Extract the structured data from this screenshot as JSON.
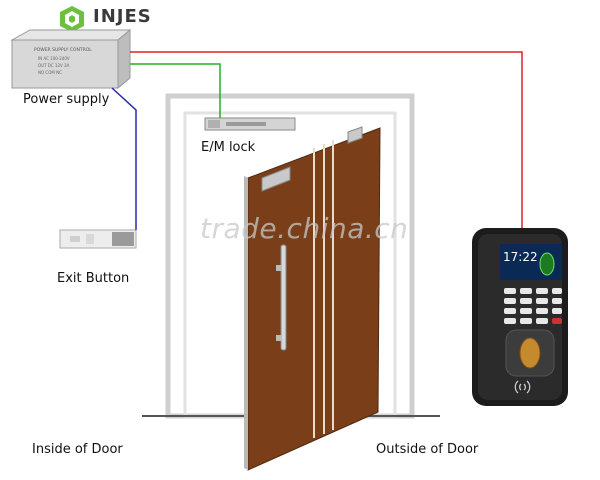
{
  "logo": {
    "text": "INJES",
    "brand_color": "#6cbf3f"
  },
  "watermark": "trade.china.cn",
  "labels": {
    "power_supply": "Power supply",
    "em_lock": "E/M lock",
    "exit_button": "Exit Button",
    "inside": "Inside of Door",
    "outside": "Outside of Door"
  },
  "device": {
    "time": "17:22"
  },
  "power_plate": {
    "title": "POWER SUPPLY CONTROL",
    "lines": [
      "IN  AC 100-240V",
      "OUT  DC 12V 3A",
      "NO  COM  NC"
    ]
  },
  "wire_colors": {
    "red": "#e02020",
    "green": "#22b022",
    "blue": "#2a2aa8"
  },
  "door_color": "#7a3e18",
  "frame_color": "#cfcfcf"
}
